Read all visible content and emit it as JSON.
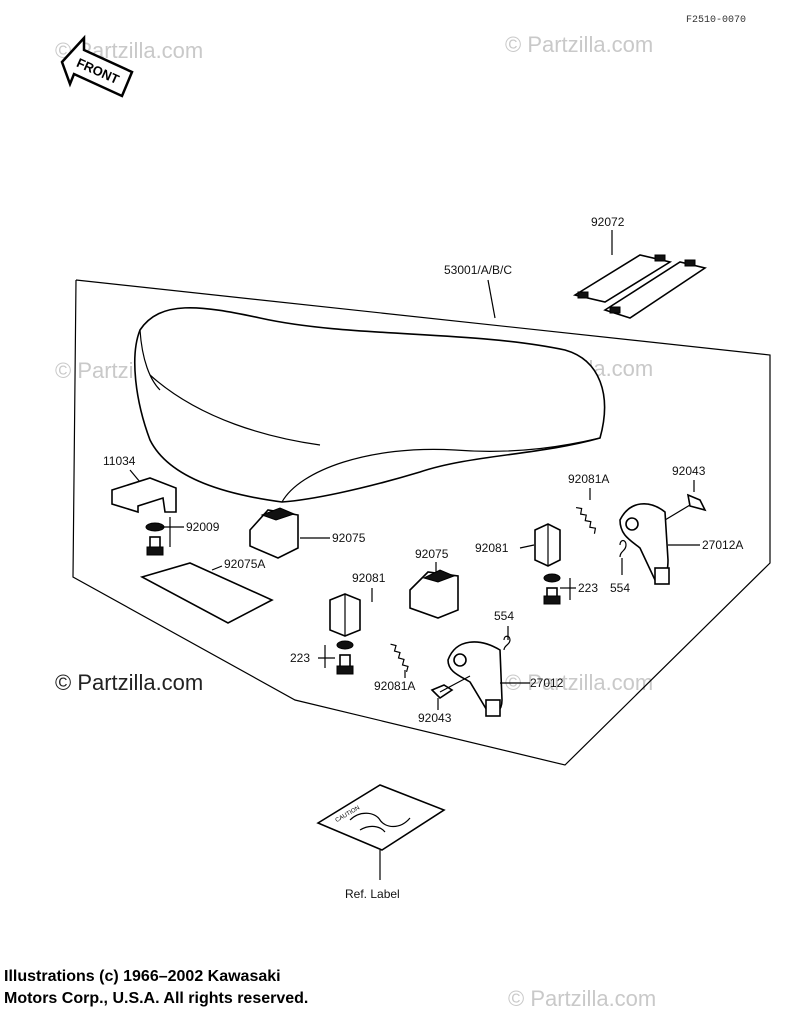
{
  "figure_code": "F2510-0070",
  "front_label": "FRONT",
  "watermark": "© Partzilla.com",
  "watermark_main": "© Partzilla.com",
  "parts": {
    "p92072": "92072",
    "p53001": "53001/A/B/C",
    "p11034": "11034",
    "p92009": "92009",
    "p92075_left": "92075",
    "p92075A": "92075A",
    "p92081A_top": "92081A",
    "p92043_top": "92043",
    "p92081_right": "92081",
    "p27012A": "27012A",
    "p223_right": "223",
    "p554_right": "554",
    "p92075_mid": "92075",
    "p92081_mid": "92081",
    "p554_mid": "554",
    "p223_left": "223",
    "p27012": "27012",
    "p92081A_bottom": "92081A",
    "p92043_bottom": "92043",
    "ref_label": "Ref. Label",
    "caution": "CAUTION"
  },
  "copyright": {
    "line1": "Illustrations (c) 1966–2002 Kawasaki",
    "line2": "Motors Corp., U.S.A.  All rights reserved."
  }
}
